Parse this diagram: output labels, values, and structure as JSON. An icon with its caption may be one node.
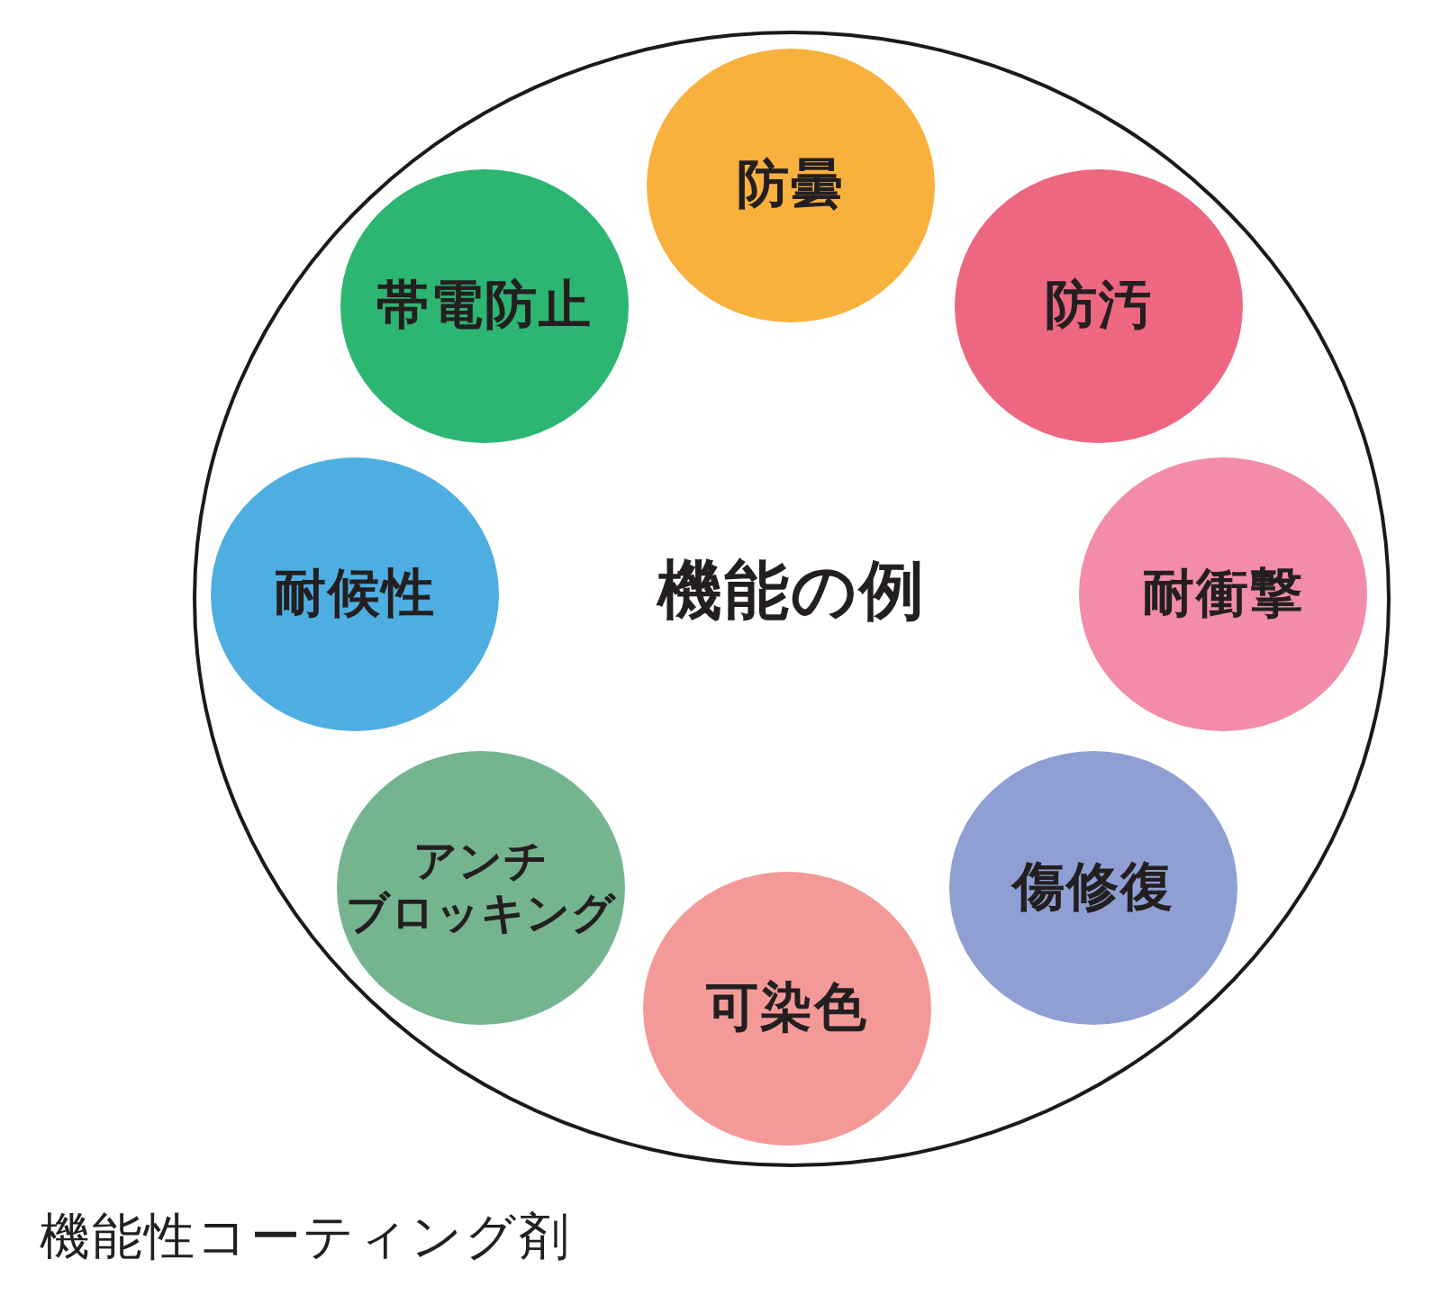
{
  "diagram": {
    "caption": "機能性コーティング剤",
    "nodes": [
      {
        "text": [
          "機能の例"
        ]
      },
      {
        "text": [
          "防曇"
        ],
        "in": 0
      },
      {
        "text": [
          "防汚"
        ],
        "in": 0
      },
      {
        "text": [
          "耐衝撃"
        ],
        "in": 0
      },
      {
        "text": [
          "傷修復"
        ],
        "in": 0
      },
      {
        "text": [
          "可染色"
        ],
        "in": 0
      },
      {
        "text": [
          "アンチブロッキング"
        ],
        "in": 0
      },
      {
        "text": [
          "耐候性"
        ],
        "in": 0
      },
      {
        "text": [
          "帯電防止"
        ],
        "in": 0
      }
    ]
  }
}
